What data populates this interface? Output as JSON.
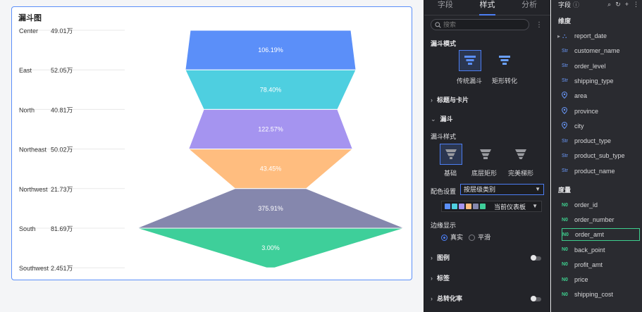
{
  "chart": {
    "title": "漏斗图",
    "colors": [
      "#5b8ff9",
      "#4ecfe0",
      "#a594f0",
      "#ffbd7f",
      "#8587ad",
      "#3ecf9a"
    ],
    "chart_data": {
      "type": "funnel",
      "categories": [
        "Center",
        "East",
        "North",
        "Northeast",
        "Northwest",
        "South",
        "Southwest"
      ],
      "values_label": [
        "49.01万",
        "52.05万",
        "40.81万",
        "50.02万",
        "21.73万",
        "81.69万",
        "2.451万"
      ],
      "values": [
        490100,
        520500,
        408100,
        500200,
        217300,
        816900,
        24510
      ],
      "conversion_labels": [
        "106.19%",
        "78.40%",
        "122.57%",
        "43.45%",
        "375.91%",
        "3.00%"
      ]
    }
  },
  "style_panel": {
    "tabs": [
      "字段",
      "样式",
      "分析"
    ],
    "active_tab": "样式",
    "search_placeholder": "搜索",
    "more_label": "⋮",
    "funnel_mode_title": "漏斗模式",
    "modes": [
      "传统漏斗",
      "矩形转化"
    ],
    "section_title_card": "标题与卡片",
    "section_funnel": "漏斗",
    "funnel_style_title": "漏斗样式",
    "styles": [
      "基础",
      "底层矩形",
      "完美梯形"
    ],
    "color_setting_label": "配色设置",
    "color_setting_value": "按层级类别",
    "palette_label": "当前仪表板",
    "palette_colors": [
      "#5b8ff9",
      "#4ecfe0",
      "#a594f0",
      "#ffbd7f",
      "#8587ad",
      "#3ecf9a"
    ],
    "edge_label": "边缘显示",
    "edge_options": [
      "真实",
      "平滑"
    ],
    "section_legend": "图例",
    "section_label": "标签",
    "section_conversion": "总转化率"
  },
  "field_panel": {
    "title": "字段",
    "dimension_title": "维度",
    "dimensions": [
      {
        "name": "report_date",
        "icon": "hierarchy-icon"
      },
      {
        "name": "customer_name",
        "icon": "string-icon"
      },
      {
        "name": "order_level",
        "icon": "string-icon"
      },
      {
        "name": "shipping_type",
        "icon": "string-icon"
      },
      {
        "name": "area",
        "icon": "geo-icon"
      },
      {
        "name": "province",
        "icon": "geo-icon"
      },
      {
        "name": "city",
        "icon": "geo-icon"
      },
      {
        "name": "product_type",
        "icon": "string-icon"
      },
      {
        "name": "product_sub_type",
        "icon": "string-icon"
      },
      {
        "name": "product_name",
        "icon": "string-icon"
      }
    ],
    "measure_title": "度量",
    "measures": [
      "order_id",
      "order_number",
      "order_amt",
      "back_point",
      "profit_amt",
      "price",
      "shipping_cost"
    ],
    "selected_measure": "order_amt",
    "string_glyph": "Str",
    "measure_glyph": "N0"
  }
}
